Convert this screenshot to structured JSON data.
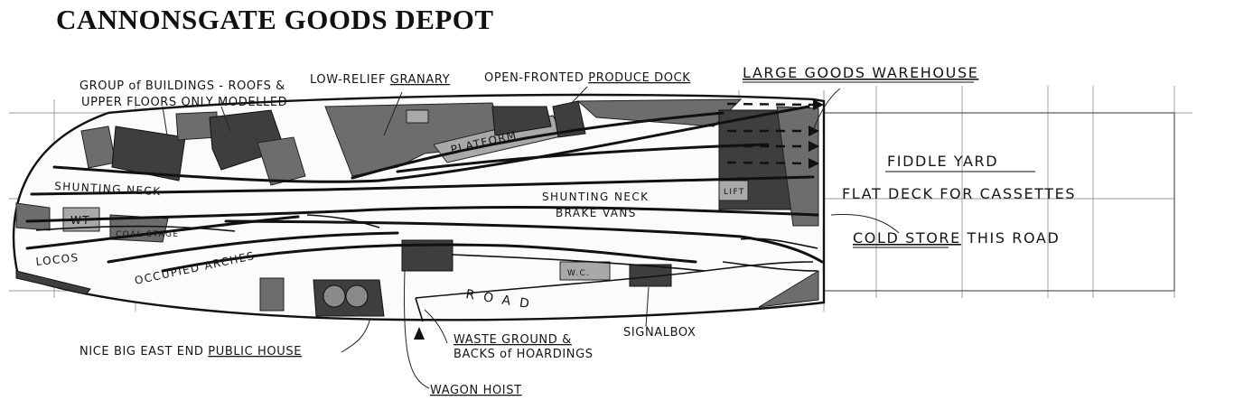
{
  "title": "CANNONSGATE GOODS DEPOT",
  "labels": {
    "group_buildings_line1": "GROUP of BUILDINGS - ROOFS &",
    "group_buildings_line2": "UPPER FLOORS ONLY MODELLED",
    "granary_prefix": "LOW-RELIEF ",
    "granary": "GRANARY",
    "produce_prefix": "OPEN-FRONTED ",
    "produce_dock": "PRODUCE DOCK",
    "large_goods_warehouse": "LARGE GOODS WAREHOUSE",
    "fiddle_yard": "FIDDLE YARD",
    "flat_deck": "FLAT DECK FOR CASSETTES",
    "cold_store": "COLD STORE",
    "cold_store_suffix": " THIS ROAD",
    "platform": "PLATFORM",
    "shunting_neck_left": "SHUNTING NECK",
    "shunting_neck_right": "SHUNTING NECK",
    "brake_vans": "BRAKE VANS",
    "lift": "LIFT",
    "wt": "WT",
    "coal_stage": "COAL STAGE",
    "locos": "LOCOS",
    "occupied_arches": "OCCUPIED ARCHES",
    "road": "ROAD",
    "wc": "W.C.",
    "public_house_prefix": "NICE BIG EAST END ",
    "public_house": "PUBLIC HOUSE",
    "waste_ground_line1": "WASTE GROUND &",
    "waste_ground_line2": "BACKS of HOARDINGS",
    "signalbox": "SIGNALBOX",
    "wagon_hoist": "WAGON HOIST"
  }
}
